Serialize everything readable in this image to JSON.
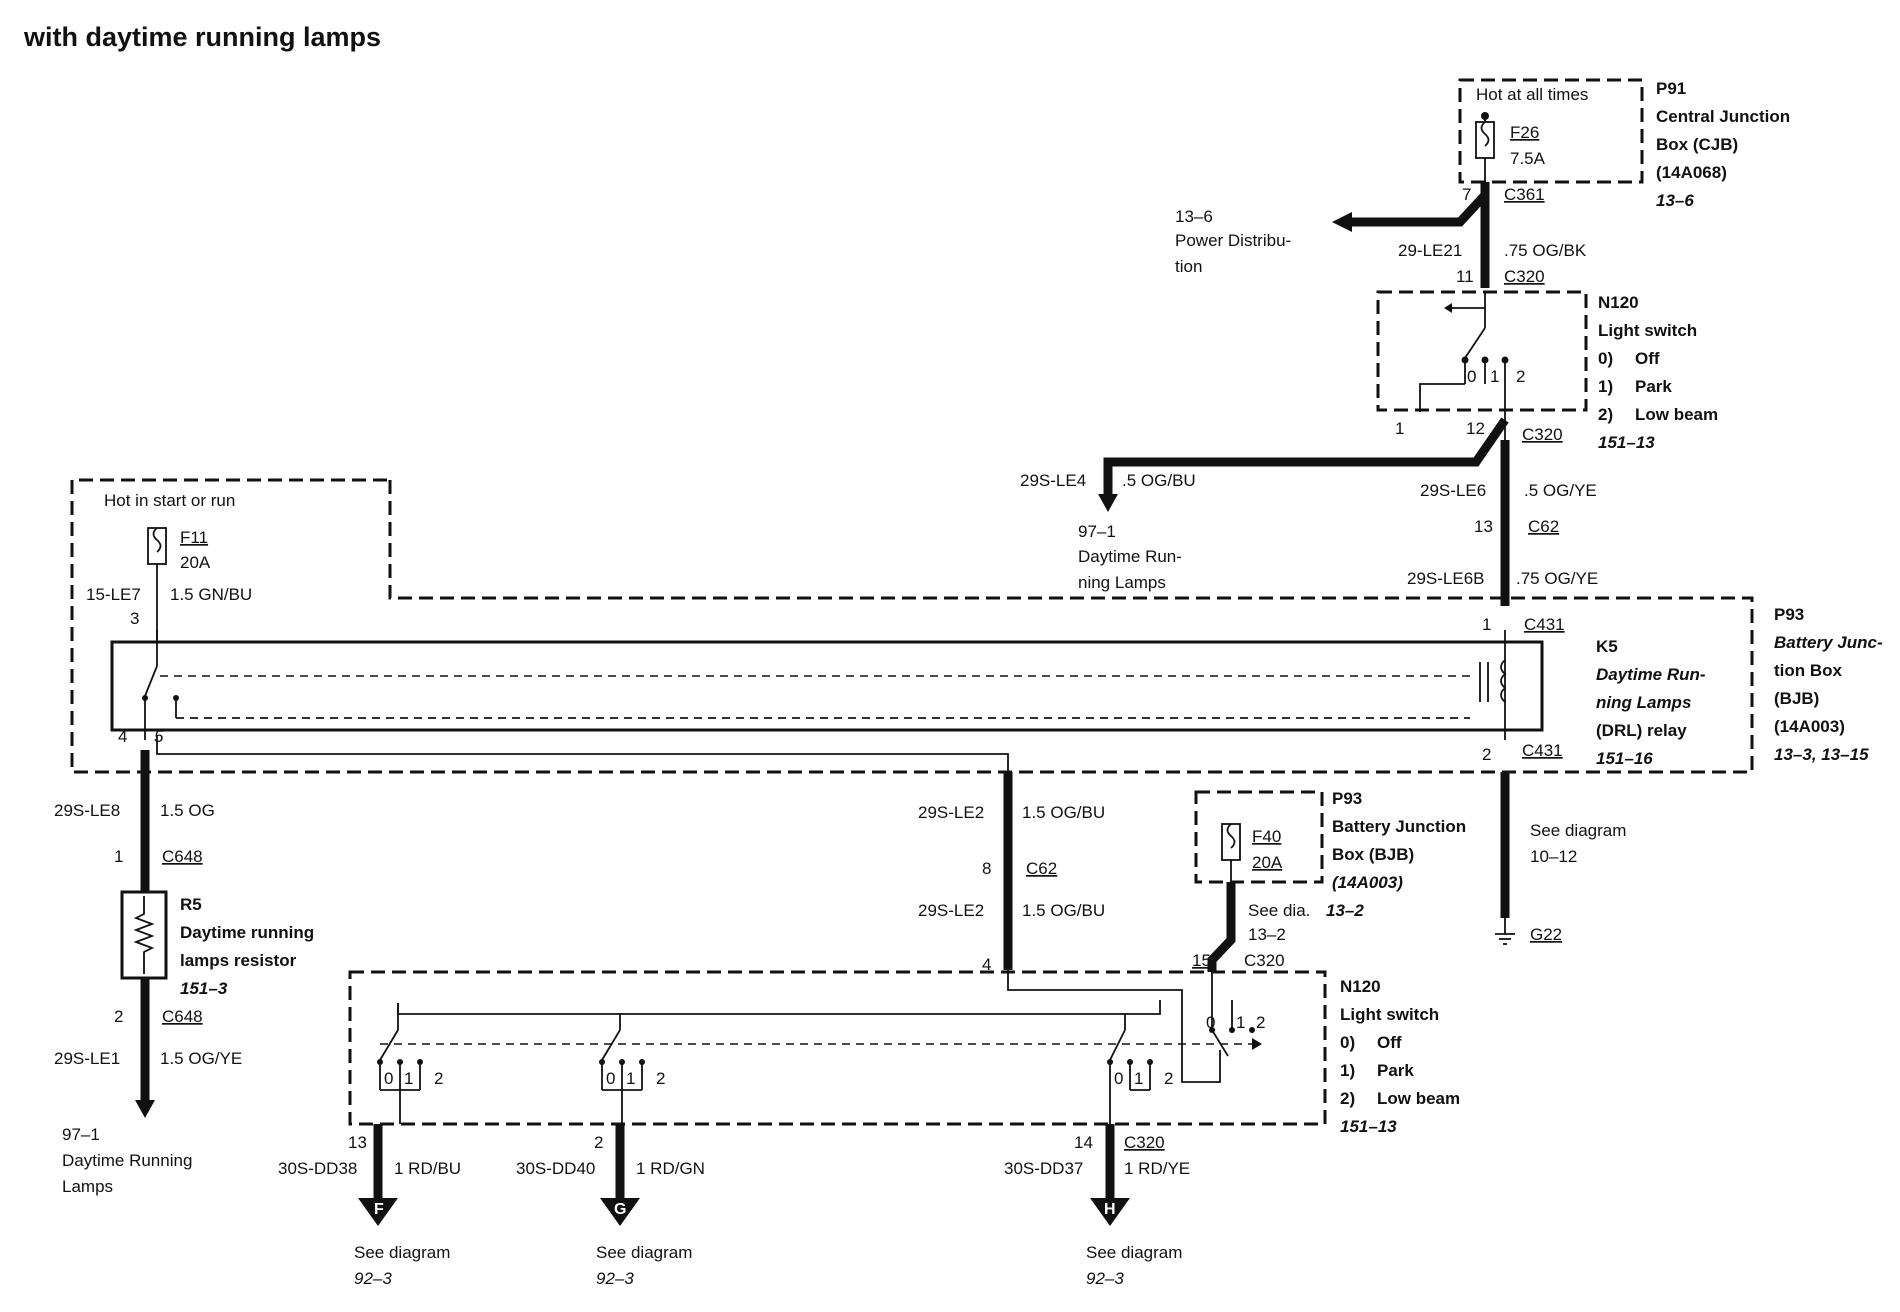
{
  "title": "with daytime running lamps",
  "cjb": {
    "hot": "Hot at all times",
    "fuse": "F26",
    "amp": "7.5A",
    "id": "P91",
    "name1": "Central Junction",
    "name2": "Box (CJB)",
    "part": "(14A068)",
    "ref": "13–6"
  },
  "power": {
    "ref": "13–6",
    "label1": "Power Distribu-",
    "label2": "tion"
  },
  "wire_le21": {
    "pin_top": "7",
    "conn_top": "C361",
    "circuit": "29-LE21",
    "spec": ".75 OG/BK",
    "pin_bot": "11",
    "conn_bot": "C320"
  },
  "switch_top": {
    "id": "N120",
    "name": "Light switch",
    "opt0": "0)",
    "opt0_label": "Off",
    "opt1": "1)",
    "opt1_label": "Park",
    "opt2": "2)",
    "opt2_label": "Low beam",
    "ref": "151–13",
    "pos0": "0",
    "pos1": "1",
    "pos2": "2",
    "pin_left": "1",
    "pin_right": "12",
    "conn": "C320"
  },
  "wire_le4": {
    "circuit": "29S-LE4",
    "spec": ".5 OG/BU",
    "ref": "97–1",
    "label1": "Daytime Run-",
    "label2": "ning Lamps"
  },
  "wire_le6": {
    "circuit": "29S-LE6",
    "spec": ".5 OG/YE",
    "pin": "13",
    "conn": "C62"
  },
  "wire_le6b": {
    "circuit": "29S-LE6B",
    "spec": ".75 OG/YE"
  },
  "hot_start": {
    "label": "Hot in start or run",
    "fuse": "F11",
    "amp": "20A"
  },
  "wire_le7": {
    "circuit": "15-LE7",
    "spec": "1.5 GN/BU",
    "pin": "3"
  },
  "bjb": {
    "id": "P93",
    "name1": "Battery Junc-",
    "name2": "tion Box",
    "name3": "(BJB)",
    "part": "(14A003)",
    "ref": "13–3, 13–15"
  },
  "relay": {
    "id": "K5",
    "name1": "Daytime Run-",
    "name2": "ning Lamps",
    "name3": "(DRL) relay",
    "ref": "151–16",
    "pin1": "1",
    "conn1": "C431",
    "pin2": "2",
    "conn2": "C431",
    "pin4": "4",
    "pin5": "5"
  },
  "ground": {
    "label1": "See diagram",
    "label2": "10–12",
    "id": "G22"
  },
  "wire_le8": {
    "circuit": "29S-LE8",
    "spec": "1.5 OG",
    "pin": "1",
    "conn": "C648"
  },
  "resistor": {
    "id": "R5",
    "name1": "Daytime running",
    "name2": "lamps resistor",
    "ref": "151–3"
  },
  "wire_le1": {
    "pin": "2",
    "conn": "C648",
    "circuit": "29S-LE1",
    "spec": "1.5 OG/YE",
    "ref": "97–1",
    "label1": "Daytime Running",
    "label2": "Lamps"
  },
  "wire_le2": {
    "circuit": "29S-LE2",
    "spec": "1.5 OG/BU",
    "pin": "8",
    "conn": "C62",
    "circuit2": "29S-LE2",
    "spec2": "1.5 OG/BU",
    "pin2": "4"
  },
  "bjb2": {
    "id": "P93",
    "name1": "Battery Junction",
    "name2": "Box (BJB)",
    "part": "(14A003)",
    "fuse": "F40",
    "amp": "20A",
    "see": "See dia.",
    "see_ref": "13–2",
    "see_ref2": "13–2",
    "pin": "15",
    "conn": "C320"
  },
  "switch_bot": {
    "id": "N120",
    "name": "Light switch",
    "opt0": "0)",
    "opt0_label": "Off",
    "opt1": "1)",
    "opt1_label": "Park",
    "opt2": "2)",
    "opt2_label": "Low beam",
    "ref": "151–13",
    "pos0": "0",
    "pos1": "1",
    "pos2": "2"
  },
  "outputs": [
    {
      "pin": "13",
      "circuit": "30S-DD38",
      "spec": "1 RD/BU",
      "letter": "F",
      "see": "See diagram",
      "ref": "92–3"
    },
    {
      "pin": "2",
      "circuit": "30S-DD40",
      "spec": "1 RD/GN",
      "letter": "G",
      "see": "See diagram",
      "ref": "92–3"
    },
    {
      "pin": "14",
      "conn": "C320",
      "circuit": "30S-DD37",
      "spec": "1 RD/YE",
      "letter": "H",
      "see": "See diagram",
      "ref": "92–3"
    }
  ]
}
